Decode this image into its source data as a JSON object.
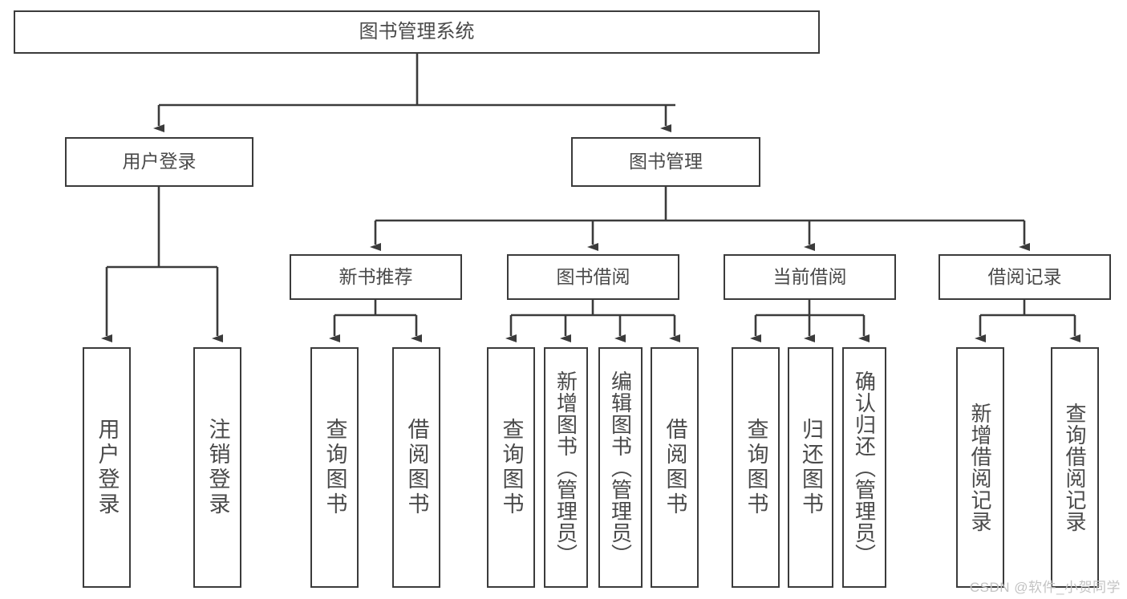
{
  "diagram": {
    "title_node": {
      "id": "root",
      "label": "图书管理系统"
    },
    "level2": [
      {
        "id": "user-login",
        "label": "用户登录"
      },
      {
        "id": "book-manage",
        "label": "图书管理"
      }
    ],
    "level3": [
      {
        "id": "new-book-rec",
        "label": "新书推荐"
      },
      {
        "id": "book-borrow",
        "label": "图书借阅"
      },
      {
        "id": "current-borrow",
        "label": "当前借阅"
      },
      {
        "id": "borrow-record",
        "label": "借阅记录"
      }
    ],
    "leaves": [
      {
        "id": "leaf-user-login",
        "label": "用户登录",
        "parent": "user-login"
      },
      {
        "id": "leaf-logout",
        "label": "注销登录",
        "parent": "user-login"
      },
      {
        "id": "leaf-query-book-1",
        "label": "查询图书",
        "parent": "new-book-rec"
      },
      {
        "id": "leaf-borrow-book-1",
        "label": "借阅图书",
        "parent": "new-book-rec"
      },
      {
        "id": "leaf-query-book-2",
        "label": "查询图书",
        "parent": "book-borrow"
      },
      {
        "id": "leaf-add-book",
        "label": "新增图书（管理员）",
        "parent": "book-borrow"
      },
      {
        "id": "leaf-edit-book",
        "label": "编辑图书（管理员）",
        "parent": "book-borrow"
      },
      {
        "id": "leaf-borrow-book-2",
        "label": "借阅图书",
        "parent": "book-borrow"
      },
      {
        "id": "leaf-query-book-3",
        "label": "查询图书",
        "parent": "current-borrow"
      },
      {
        "id": "leaf-return-book",
        "label": "归还图书",
        "parent": "current-borrow"
      },
      {
        "id": "leaf-confirm-return",
        "label": "确认归还（管理员）",
        "parent": "current-borrow"
      },
      {
        "id": "leaf-add-record",
        "label": "新增借阅记录",
        "parent": "borrow-record"
      },
      {
        "id": "leaf-query-record",
        "label": "查询借阅记录",
        "parent": "borrow-record"
      }
    ]
  },
  "watermark": {
    "text": "CSDN @软件_小贺同学"
  },
  "colors": {
    "stroke": "#3b3b3b",
    "text": "#4a4a4a",
    "background": "#ffffff",
    "watermark": "#c3c3c3"
  }
}
